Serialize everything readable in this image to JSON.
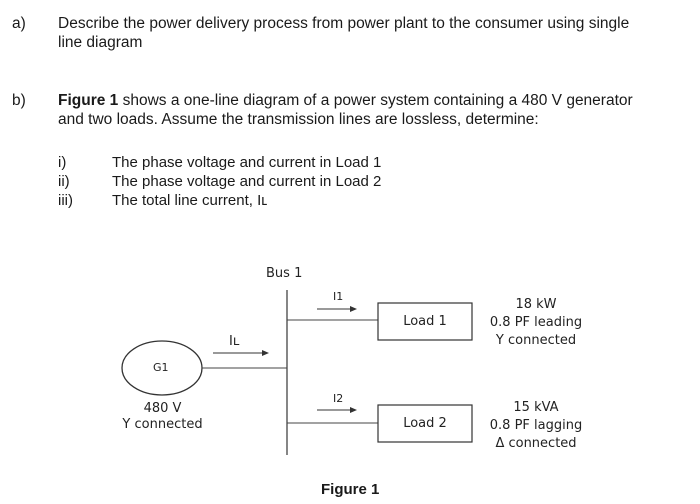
{
  "part_a": {
    "label": "a)",
    "text_line1": "Describe the power delivery process from power plant to the consumer using single",
    "text_line2": "line diagram"
  },
  "part_b": {
    "label": "b)",
    "bold_lead": "Figure 1",
    "text_line1_rest": " shows a one-line diagram of a power system containing a 480 V generator",
    "text_line2": "and two loads. Assume the transmission lines are lossless, determine:",
    "items": [
      {
        "num": "i)",
        "text": "The phase voltage and current in Load 1"
      },
      {
        "num": "ii)",
        "text": "The phase voltage and current in Load 2"
      },
      {
        "num": "iii)",
        "text": "The total line current, Iʟ"
      }
    ]
  },
  "figure": {
    "bus_label": "Bus 1",
    "generator_label": "G1",
    "generator_voltage": "480 V",
    "generator_connection": "Y connected",
    "line_current_label": "Iʟ",
    "i1_label": "I1",
    "i2_label": "I2",
    "load1": {
      "name": "Load 1",
      "spec1": "18 kW",
      "spec2": "0.8 PF leading",
      "spec3": "Y connected"
    },
    "load2": {
      "name": "Load 2",
      "spec1": "15 kVA",
      "spec2": "0.8 PF lagging",
      "spec3": "Δ connected"
    },
    "caption": "Figure 1"
  }
}
